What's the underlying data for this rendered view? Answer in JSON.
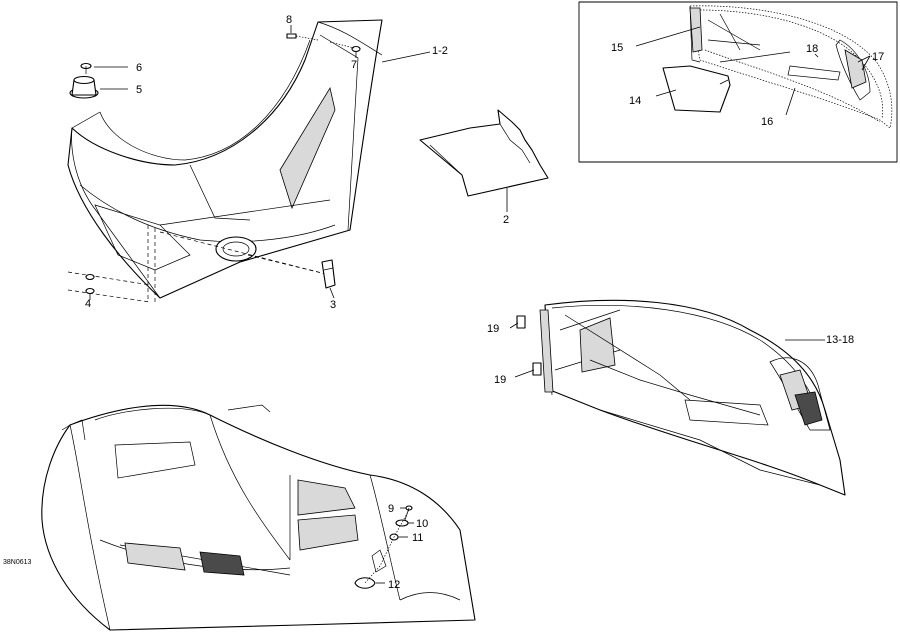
{
  "diagram_code": "38N0613",
  "callouts": {
    "c1_2": "1-2",
    "c2": "2",
    "c3": "3",
    "c4": "4",
    "c5": "5",
    "c6": "6",
    "c7": "7",
    "c8": "8",
    "c9": "9",
    "c10": "10",
    "c11": "11",
    "c12": "12",
    "c13_18": "13-18",
    "c14": "14",
    "c15": "15",
    "c16": "16",
    "c17": "17",
    "c18": "18",
    "c19a": "19",
    "c19b": "19"
  }
}
